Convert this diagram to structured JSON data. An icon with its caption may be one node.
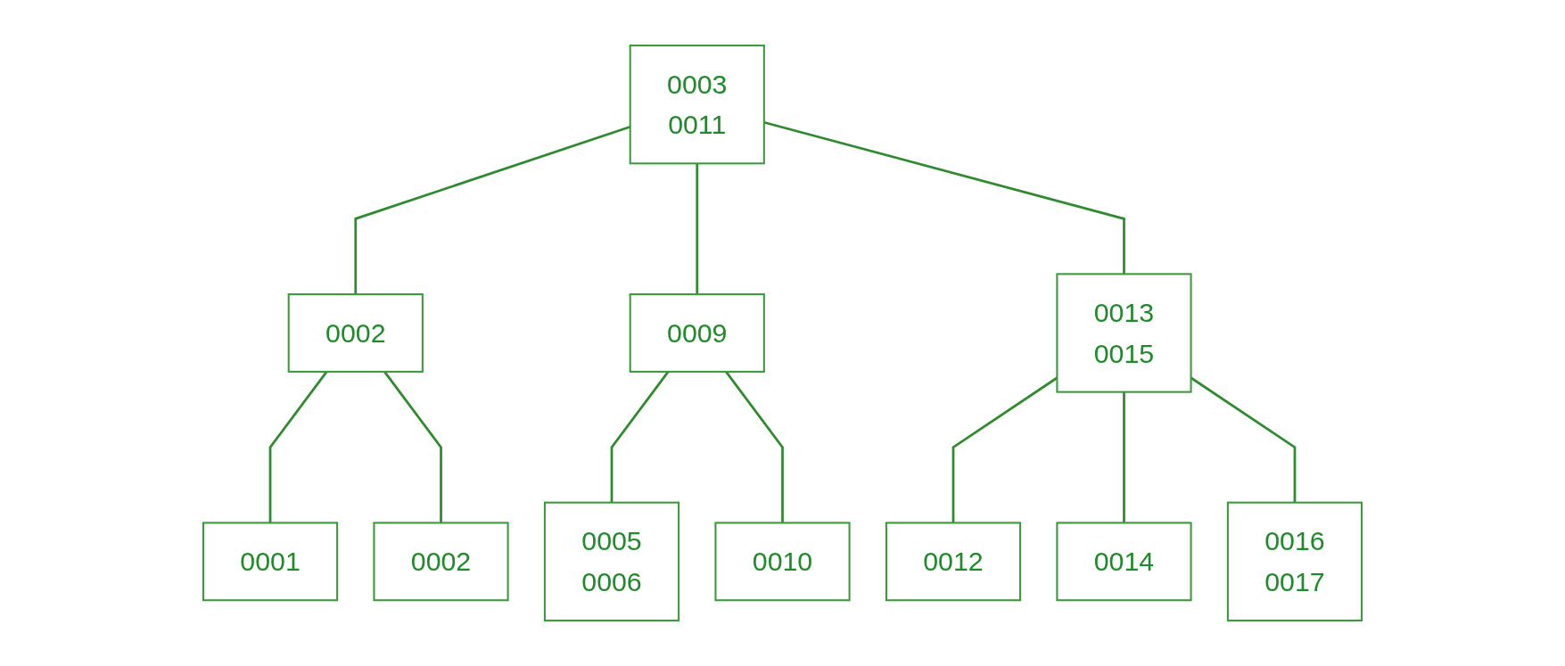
{
  "diagram": {
    "nodes": [
      {
        "text": [
          "0003",
          "0011"
        ]
      },
      {
        "text": [
          "0002"
        ]
      },
      {
        "text": [
          "0009"
        ]
      },
      {
        "text": [
          "0013",
          "0015"
        ]
      },
      {
        "text": [
          "0001"
        ]
      },
      {
        "text": [
          "0002"
        ]
      },
      {
        "text": [
          "0005",
          "0006"
        ]
      },
      {
        "text": [
          "0010"
        ]
      },
      {
        "text": [
          "0012"
        ]
      },
      {
        "text": [
          "0014"
        ]
      },
      {
        "text": [
          "0016",
          "0017"
        ]
      }
    ],
    "edges": [
      {
        "from": 0,
        "to": 1,
        "arrow": "none"
      },
      {
        "from": 0,
        "to": 2,
        "arrow": "none"
      },
      {
        "from": 0,
        "to": 3,
        "arrow": "none"
      },
      {
        "from": 1,
        "to": 4,
        "arrow": "none"
      },
      {
        "from": 1,
        "to": 5,
        "arrow": "none"
      },
      {
        "from": 2,
        "to": 6,
        "arrow": "none"
      },
      {
        "from": 2,
        "to": 7,
        "arrow": "none"
      },
      {
        "from": 3,
        "to": 8,
        "arrow": "none"
      },
      {
        "from": 3,
        "to": 9,
        "arrow": "none"
      },
      {
        "from": 3,
        "to": 10,
        "arrow": "none"
      }
    ]
  }
}
